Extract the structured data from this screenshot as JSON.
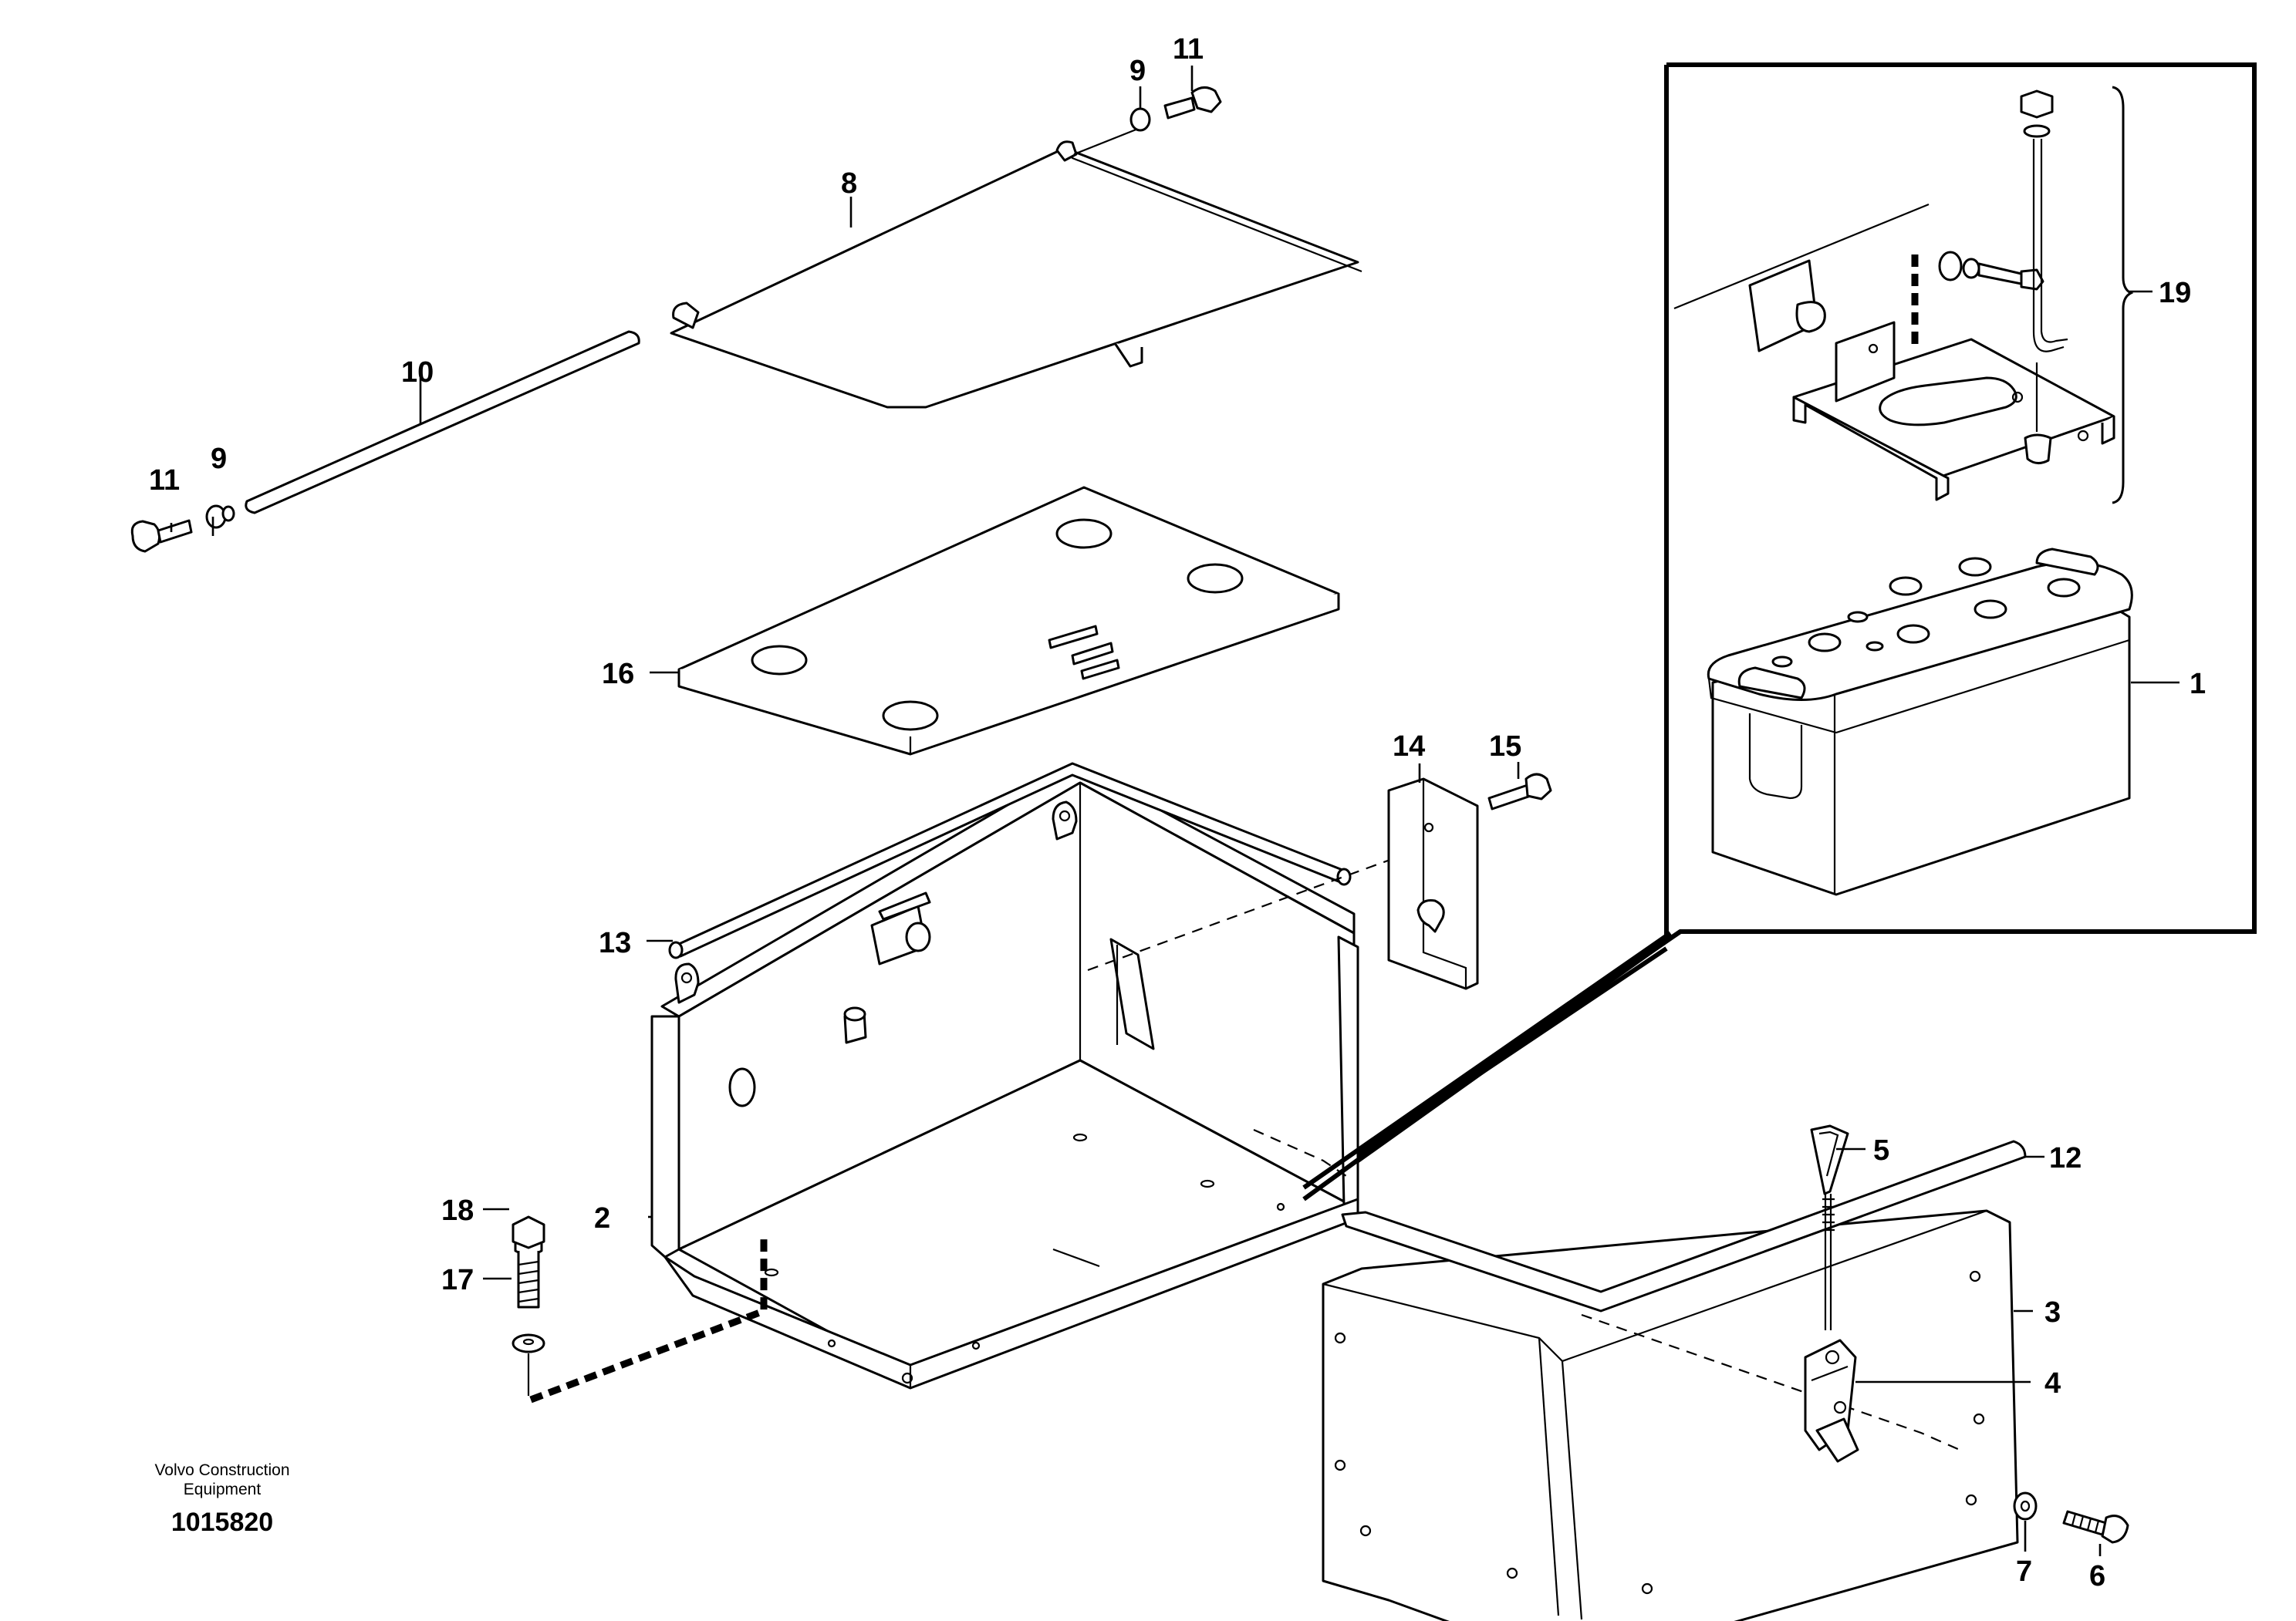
{
  "diagram": {
    "callouts": {
      "c1": "1",
      "c2": "2",
      "c3": "3",
      "c4": "4",
      "c5": "5",
      "c6": "6",
      "c7": "7",
      "c8": "8",
      "c9a": "9",
      "c9b": "9",
      "c10": "10",
      "c11a": "11",
      "c11b": "11",
      "c12": "12",
      "c13": "13",
      "c14": "14",
      "c15": "15",
      "c16": "16",
      "c17": "17",
      "c18": "18",
      "c19": "19"
    },
    "credit_line1": "Volvo Construction",
    "credit_line2": "Equipment",
    "document_number": "1015820"
  }
}
